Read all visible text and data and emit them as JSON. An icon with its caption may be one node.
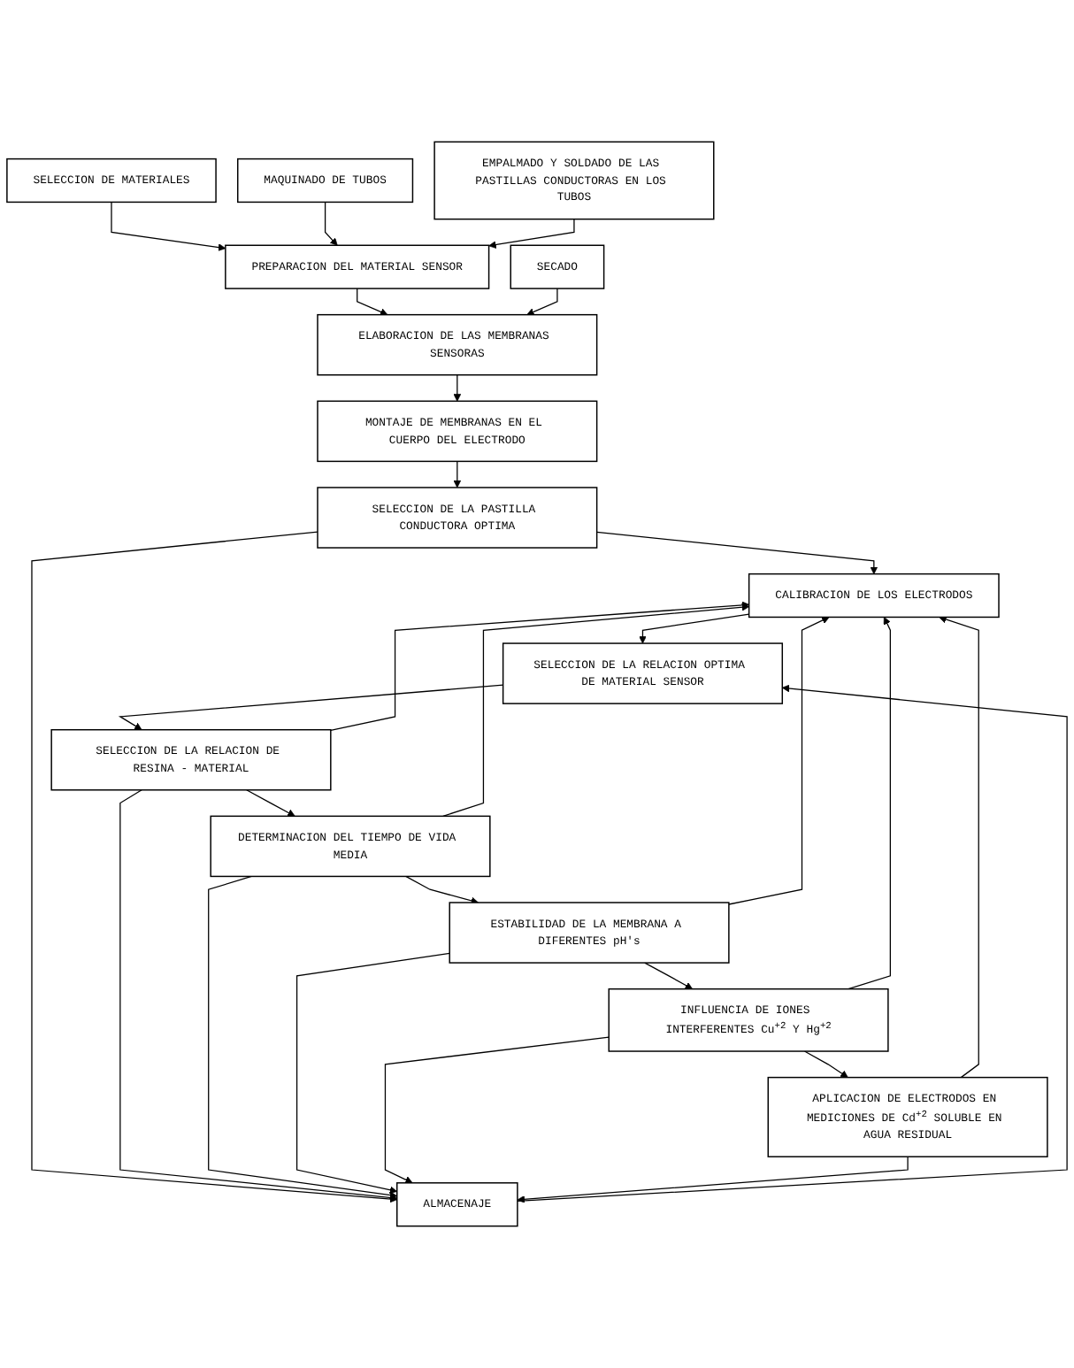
{
  "diagram": {
    "nodes": [
      {
        "text": [
          "SELECCION DE MATERIALES"
        ]
      },
      {
        "text": [
          "EMPALMADO Y SOLDADO DE LAS PASTILLAS CONDUCTORAS EN LOS TUBOS"
        ]
      },
      {
        "text": [
          "MAQUINADO DE TUBOS"
        ]
      },
      {
        "text": [
          "PREPARACION DEL MATERIAL SENSOR"
        ]
      },
      {
        "text": [
          "SECADO"
        ]
      },
      {
        "text": [
          "ELABORACION DE LAS MEMBRANAS SENSORAS"
        ]
      },
      {
        "text": [
          "MONTAJE DE MEMBRANAS EN EL CUERPO DEL ELECTRODO"
        ]
      },
      {
        "text": [
          "SELECCION DE LA PASTILLA CONDUCTORA OPTIMA"
        ]
      },
      {
        "text": [
          "CALIBRACION DE LOS ELECTRODOS"
        ]
      },
      {
        "text": [
          "ALMACENAJE"
        ]
      },
      {
        "text": [
          "SELECCION DE LA RELACION OPTIMA DE MATERIAL SENSOR"
        ]
      },
      {
        "text": [
          "SELECCION DE LA RELACION DE RESINA - MATERIAL"
        ]
      },
      {
        "text": [
          "DETERMINACION DEL TIEMPO DE VIDA MEDIA"
        ]
      },
      {
        "text": [
          "ESTABILIDAD DE LA MEMBRANA A DIFERENTES pH's"
        ]
      },
      {
        "text": [
          "INFLUENCIA DE IONES INTERFERENTES Cu$^{+2}$ Y Hg$^{+2}$"
        ]
      },
      {
        "text": [
          "APLICACION DE ELECTRODOS EN MEDICIONES DE Cd$^{+2}$ SOLUBLE EN AGUA RESIDUAL"
        ]
      }
    ],
    "edges": [
      {
        "from": 0,
        "to": 3,
        "arrow": "to"
      },
      {
        "from": 2,
        "to": 3,
        "arrow": "to"
      },
      {
        "from": 1,
        "to": 3,
        "arrow": "to"
      },
      {
        "from": 3,
        "to": 5,
        "arrow": "to"
      },
      {
        "from": 4,
        "to": 5,
        "arrow": "to"
      },
      {
        "from": 5,
        "to": 6,
        "arrow": "to"
      },
      {
        "from": 6,
        "to": 7,
        "arrow": "to"
      },
      {
        "from": 7,
        "to": 8,
        "arrow": "to"
      },
      {
        "from": 7,
        "to": 9,
        "arrow": "to"
      },
      {
        "from": 8,
        "to": 10,
        "arrow": "to"
      },
      {
        "from": 9,
        "to": 10,
        "arrow": "to"
      },
      {
        "from": 10,
        "to": 11,
        "arrow": "to"
      },
      {
        "from": 11,
        "to": 12,
        "arrow": "to"
      },
      {
        "from": 12,
        "to": 13,
        "arrow": "to"
      },
      {
        "from": 13,
        "to": 14,
        "arrow": "to"
      },
      {
        "from": 14,
        "to": 15,
        "arrow": "to"
      },
      {
        "from": 11,
        "to": 8,
        "arrow": "to"
      },
      {
        "from": 12,
        "to": 8,
        "arrow": "to"
      },
      {
        "from": 13,
        "to": 8,
        "arrow": "to"
      },
      {
        "from": 14,
        "to": 8,
        "arrow": "to"
      },
      {
        "from": 15,
        "to": 8,
        "arrow": "to"
      },
      {
        "from": 11,
        "to": 9,
        "arrow": "to"
      },
      {
        "from": 12,
        "to": 9,
        "arrow": "to"
      },
      {
        "from": 13,
        "to": 9,
        "arrow": "to"
      },
      {
        "from": 14,
        "to": 9,
        "arrow": "to"
      },
      {
        "from": 15,
        "to": 9,
        "arrow": "to"
      }
    ]
  }
}
